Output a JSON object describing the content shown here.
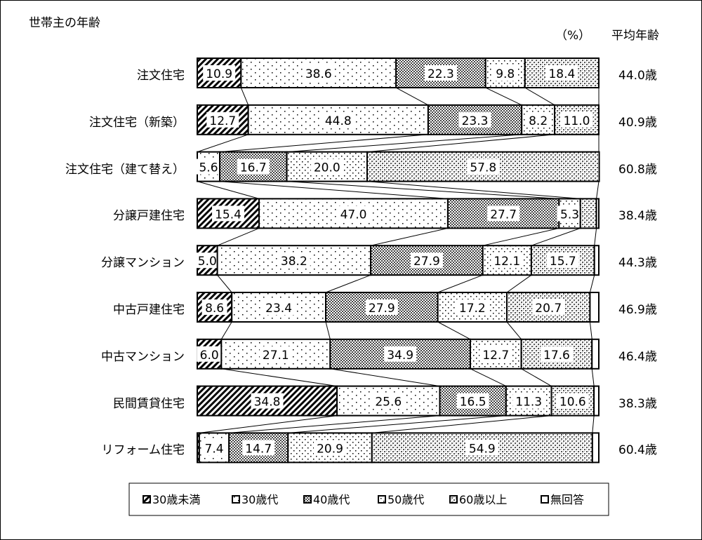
{
  "chart_data": {
    "type": "bar",
    "orientation": "horizontal-stacked-100",
    "title": "世帯主の年齢",
    "unit_label": "（%）",
    "right_column_header": "平均年齢",
    "categories": [
      "注文住宅",
      "注文住宅（新築）",
      "注文住宅（建て替え）",
      "分譲戸建住宅",
      "分譲マンション",
      "中古戸建住宅",
      "中古マンション",
      "民間賃貸住宅",
      "リフォーム住宅"
    ],
    "average_age": [
      "44.0歳",
      "40.9歳",
      "60.8歳",
      "38.4歳",
      "44.3歳",
      "46.9歳",
      "46.4歳",
      "38.3歳",
      "60.4歳"
    ],
    "series": [
      {
        "name": "30歳未満",
        "values": [
          10.9,
          12.7,
          0,
          15.4,
          5.0,
          8.6,
          6.0,
          34.8,
          0.5
        ],
        "labeled": [
          true,
          true,
          false,
          true,
          true,
          true,
          true,
          true,
          false
        ]
      },
      {
        "name": "30歳代",
        "values": [
          38.6,
          44.8,
          5.6,
          47.0,
          38.2,
          23.4,
          27.1,
          25.6,
          7.4
        ],
        "labeled": [
          true,
          true,
          true,
          true,
          true,
          true,
          true,
          true,
          true
        ]
      },
      {
        "name": "40歳代",
        "values": [
          22.3,
          23.3,
          16.7,
          27.7,
          27.9,
          27.9,
          34.9,
          16.5,
          14.7
        ],
        "labeled": [
          true,
          true,
          true,
          true,
          true,
          true,
          true,
          true,
          true
        ]
      },
      {
        "name": "50歳代",
        "values": [
          9.8,
          8.2,
          20.0,
          5.3,
          12.1,
          17.2,
          12.7,
          11.3,
          20.9
        ],
        "labeled": [
          true,
          true,
          true,
          true,
          true,
          true,
          true,
          true,
          true
        ]
      },
      {
        "name": "60歳以上",
        "values": [
          18.4,
          11.0,
          57.8,
          4.0,
          15.7,
          20.7,
          17.6,
          10.6,
          54.9
        ],
        "labeled": [
          true,
          true,
          true,
          false,
          true,
          true,
          true,
          true,
          true
        ]
      },
      {
        "name": "無回答",
        "values": [
          0,
          0,
          0,
          0.6,
          1.1,
          2.2,
          1.7,
          1.2,
          1.6
        ],
        "labeled": [
          false,
          false,
          false,
          false,
          false,
          false,
          false,
          false,
          false
        ]
      }
    ],
    "xlim": [
      0,
      100
    ],
    "legend_position": "bottom",
    "grid": false
  }
}
